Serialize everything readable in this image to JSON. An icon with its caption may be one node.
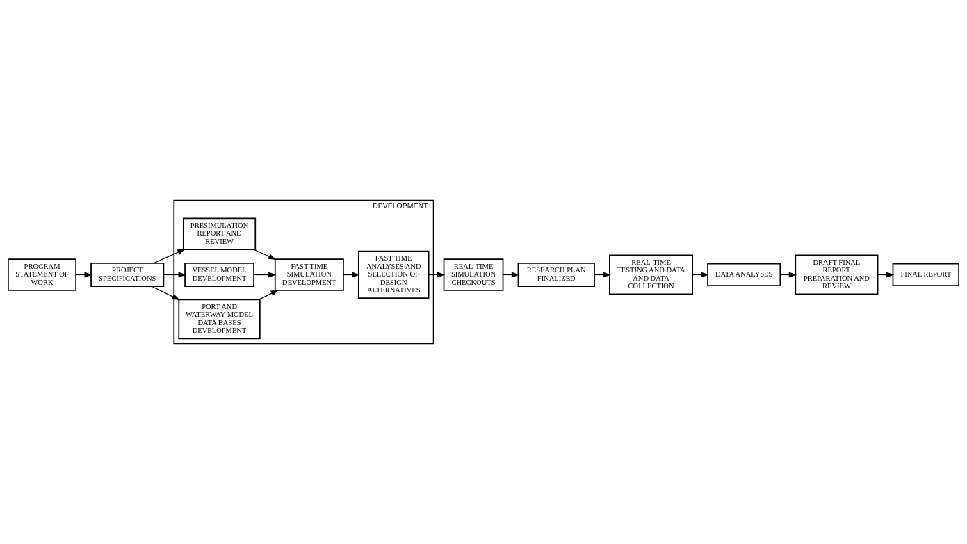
{
  "diagram": {
    "nodes": [
      {
        "text": [
          "PROGRAM STATEMENT OF WORK"
        ]
      },
      {
        "text": [
          "PROJECT SPECIFICATIONS"
        ]
      },
      {
        "text": [
          "DEVELOPMENT"
        ]
      },
      {
        "text": [
          "PRESIMULATION REPORT AND REVIEW"
        ],
        "in": 2
      },
      {
        "text": [
          "VESSEL MODEL DEVELOPMENT"
        ],
        "in": 2
      },
      {
        "text": [
          "PORT AND WATERWAY MODEL DATA BASES DEVELOPMENT"
        ],
        "in": 2
      },
      {
        "text": [
          "FAST TIME SIMULATION DEVELOPMENT"
        ],
        "in": 2
      },
      {
        "text": [
          "FAST TIME ANALYSES AND SELECTION OF DESIGN ALTERNATIVES"
        ],
        "in": 2
      },
      {
        "text": [
          "REAL-TIME SIMULATION CHECKOUTS"
        ]
      },
      {
        "text": [
          "RESEARCH PLAN FINALIZED"
        ]
      },
      {
        "text": [
          "REAL-TIME TESTING AND DATA AND DATA COLLECTION"
        ]
      },
      {
        "text": [
          "DATA ANALYSES"
        ]
      },
      {
        "text": [
          "DRAFT FINAL REPORT PREPARATION AND REVIEW"
        ]
      },
      {
        "text": [
          "FINAL REPORT"
        ]
      }
    ],
    "edges": [
      {
        "from": 0,
        "to": 1,
        "arrow": "to"
      },
      {
        "from": 1,
        "to": 3,
        "arrow": "to"
      },
      {
        "from": 1,
        "to": 4,
        "arrow": "to"
      },
      {
        "from": 1,
        "to": 5,
        "arrow": "to"
      },
      {
        "from": 3,
        "to": 6,
        "arrow": "to"
      },
      {
        "from": 4,
        "to": 6,
        "arrow": "to"
      },
      {
        "from": 5,
        "to": 6,
        "arrow": "to"
      },
      {
        "from": 6,
        "to": 7,
        "arrow": "to"
      },
      {
        "from": 7,
        "to": 8,
        "arrow": "to"
      },
      {
        "from": 8,
        "to": 9,
        "arrow": "to"
      },
      {
        "from": 9,
        "to": 10,
        "arrow": "to"
      },
      {
        "from": 10,
        "to": 11,
        "arrow": "to"
      },
      {
        "from": 11,
        "to": 12,
        "arrow": "to"
      },
      {
        "from": 12,
        "to": 13,
        "arrow": "to"
      }
    ]
  }
}
